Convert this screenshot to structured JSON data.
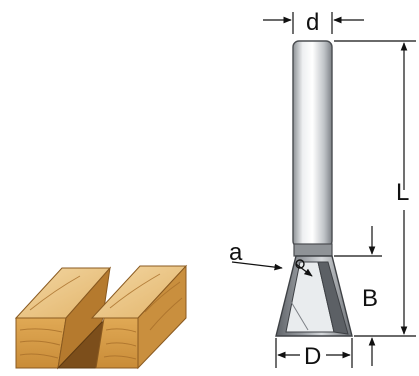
{
  "diagram": {
    "labels": {
      "shank_diameter": "d",
      "overall_length": "L",
      "angle": "a",
      "cutting_height": "B",
      "cutting_diameter": "D"
    },
    "colors": {
      "steel_light": "#eef0f2",
      "steel_mid": "#bfc3c7",
      "steel_dark": "#7d8186",
      "wood_face": "#d9a24e",
      "wood_end": "#f0cf96",
      "wood_dark": "#a8702c",
      "wood_grain": "#b98439",
      "line": "#111111"
    },
    "icons": [
      "dovetail-router-bit",
      "dovetail-groove-sample"
    ]
  }
}
